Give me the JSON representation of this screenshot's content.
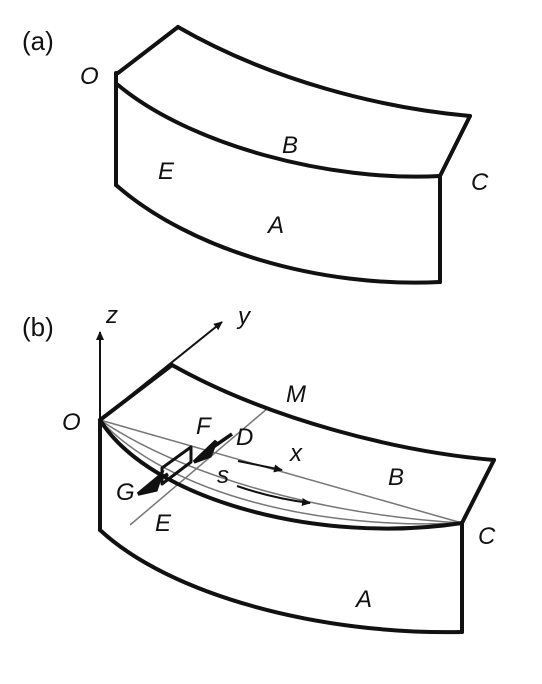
{
  "panel_a": {
    "label": "(a)",
    "points": {
      "O": "O",
      "B": "B",
      "E": "E",
      "C": "C",
      "A": "A"
    }
  },
  "panel_b": {
    "label": "(b)",
    "axes": {
      "z": "z",
      "y": "y",
      "x": "x"
    },
    "points": {
      "O": "O",
      "M": "M",
      "F": "F",
      "D": "D",
      "B": "B",
      "G": "G",
      "s": "s",
      "E": "E",
      "C": "C",
      "A": "A"
    }
  },
  "colors": {
    "line": "#111111",
    "thin_line": "#777777",
    "background": "#ffffff"
  }
}
